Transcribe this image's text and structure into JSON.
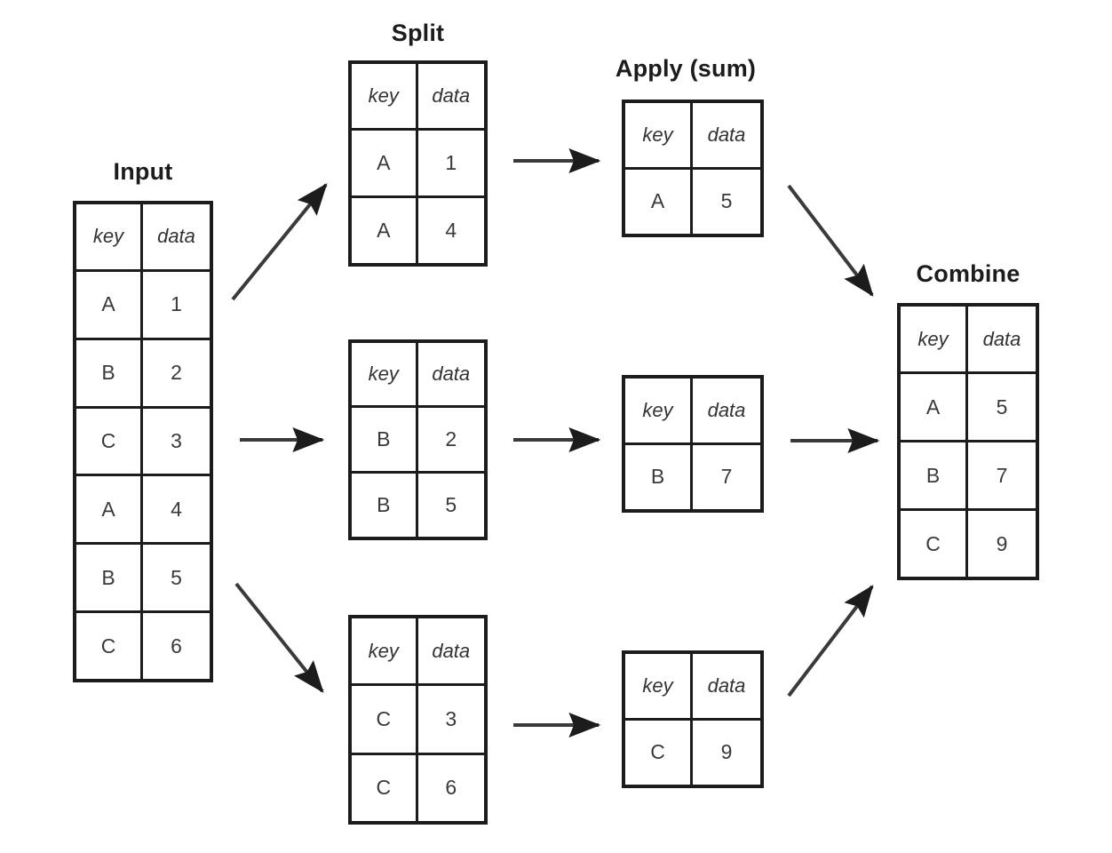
{
  "diagram": {
    "title_input": "Input",
    "title_split": "Split",
    "title_apply": "Apply (sum)",
    "title_combine": "Combine",
    "column_headers": {
      "key": "key",
      "data": "data"
    },
    "stroke_color": "#1c1c1c",
    "background_color": "#ffffff"
  },
  "tables": {
    "input": {
      "label": "Input",
      "headers": [
        "key",
        "data"
      ],
      "rows": [
        [
          "A",
          "1"
        ],
        [
          "B",
          "2"
        ],
        [
          "C",
          "3"
        ],
        [
          "A",
          "4"
        ],
        [
          "B",
          "5"
        ],
        [
          "C",
          "6"
        ]
      ]
    },
    "split_a": {
      "label": "Split",
      "headers": [
        "key",
        "data"
      ],
      "rows": [
        [
          "A",
          "1"
        ],
        [
          "A",
          "4"
        ]
      ]
    },
    "split_b": {
      "headers": [
        "key",
        "data"
      ],
      "rows": [
        [
          "B",
          "2"
        ],
        [
          "B",
          "5"
        ]
      ]
    },
    "split_c": {
      "headers": [
        "key",
        "data"
      ],
      "rows": [
        [
          "C",
          "3"
        ],
        [
          "C",
          "6"
        ]
      ]
    },
    "apply_a": {
      "label": "Apply (sum)",
      "headers": [
        "key",
        "data"
      ],
      "rows": [
        [
          "A",
          "5"
        ]
      ]
    },
    "apply_b": {
      "headers": [
        "key",
        "data"
      ],
      "rows": [
        [
          "B",
          "7"
        ]
      ]
    },
    "apply_c": {
      "headers": [
        "key",
        "data"
      ],
      "rows": [
        [
          "C",
          "9"
        ]
      ]
    },
    "combine": {
      "label": "Combine",
      "headers": [
        "key",
        "data"
      ],
      "rows": [
        [
          "A",
          "5"
        ],
        [
          "B",
          "7"
        ],
        [
          "C",
          "9"
        ]
      ]
    }
  },
  "arrows": [
    {
      "name": "input-to-split-a",
      "from": "input",
      "to": "split_a",
      "direction": "up-right"
    },
    {
      "name": "input-to-split-b",
      "from": "input",
      "to": "split_b",
      "direction": "right"
    },
    {
      "name": "input-to-split-c",
      "from": "input",
      "to": "split_c",
      "direction": "down-right"
    },
    {
      "name": "split-a-to-apply-a",
      "from": "split_a",
      "to": "apply_a",
      "direction": "right"
    },
    {
      "name": "split-b-to-apply-b",
      "from": "split_b",
      "to": "apply_b",
      "direction": "right"
    },
    {
      "name": "split-c-to-apply-c",
      "from": "split_c",
      "to": "apply_c",
      "direction": "right"
    },
    {
      "name": "apply-a-to-combine",
      "from": "apply_a",
      "to": "combine",
      "direction": "down-right"
    },
    {
      "name": "apply-b-to-combine",
      "from": "apply_b",
      "to": "combine",
      "direction": "right"
    },
    {
      "name": "apply-c-to-combine",
      "from": "apply_c",
      "to": "combine",
      "direction": "up-right"
    }
  ]
}
